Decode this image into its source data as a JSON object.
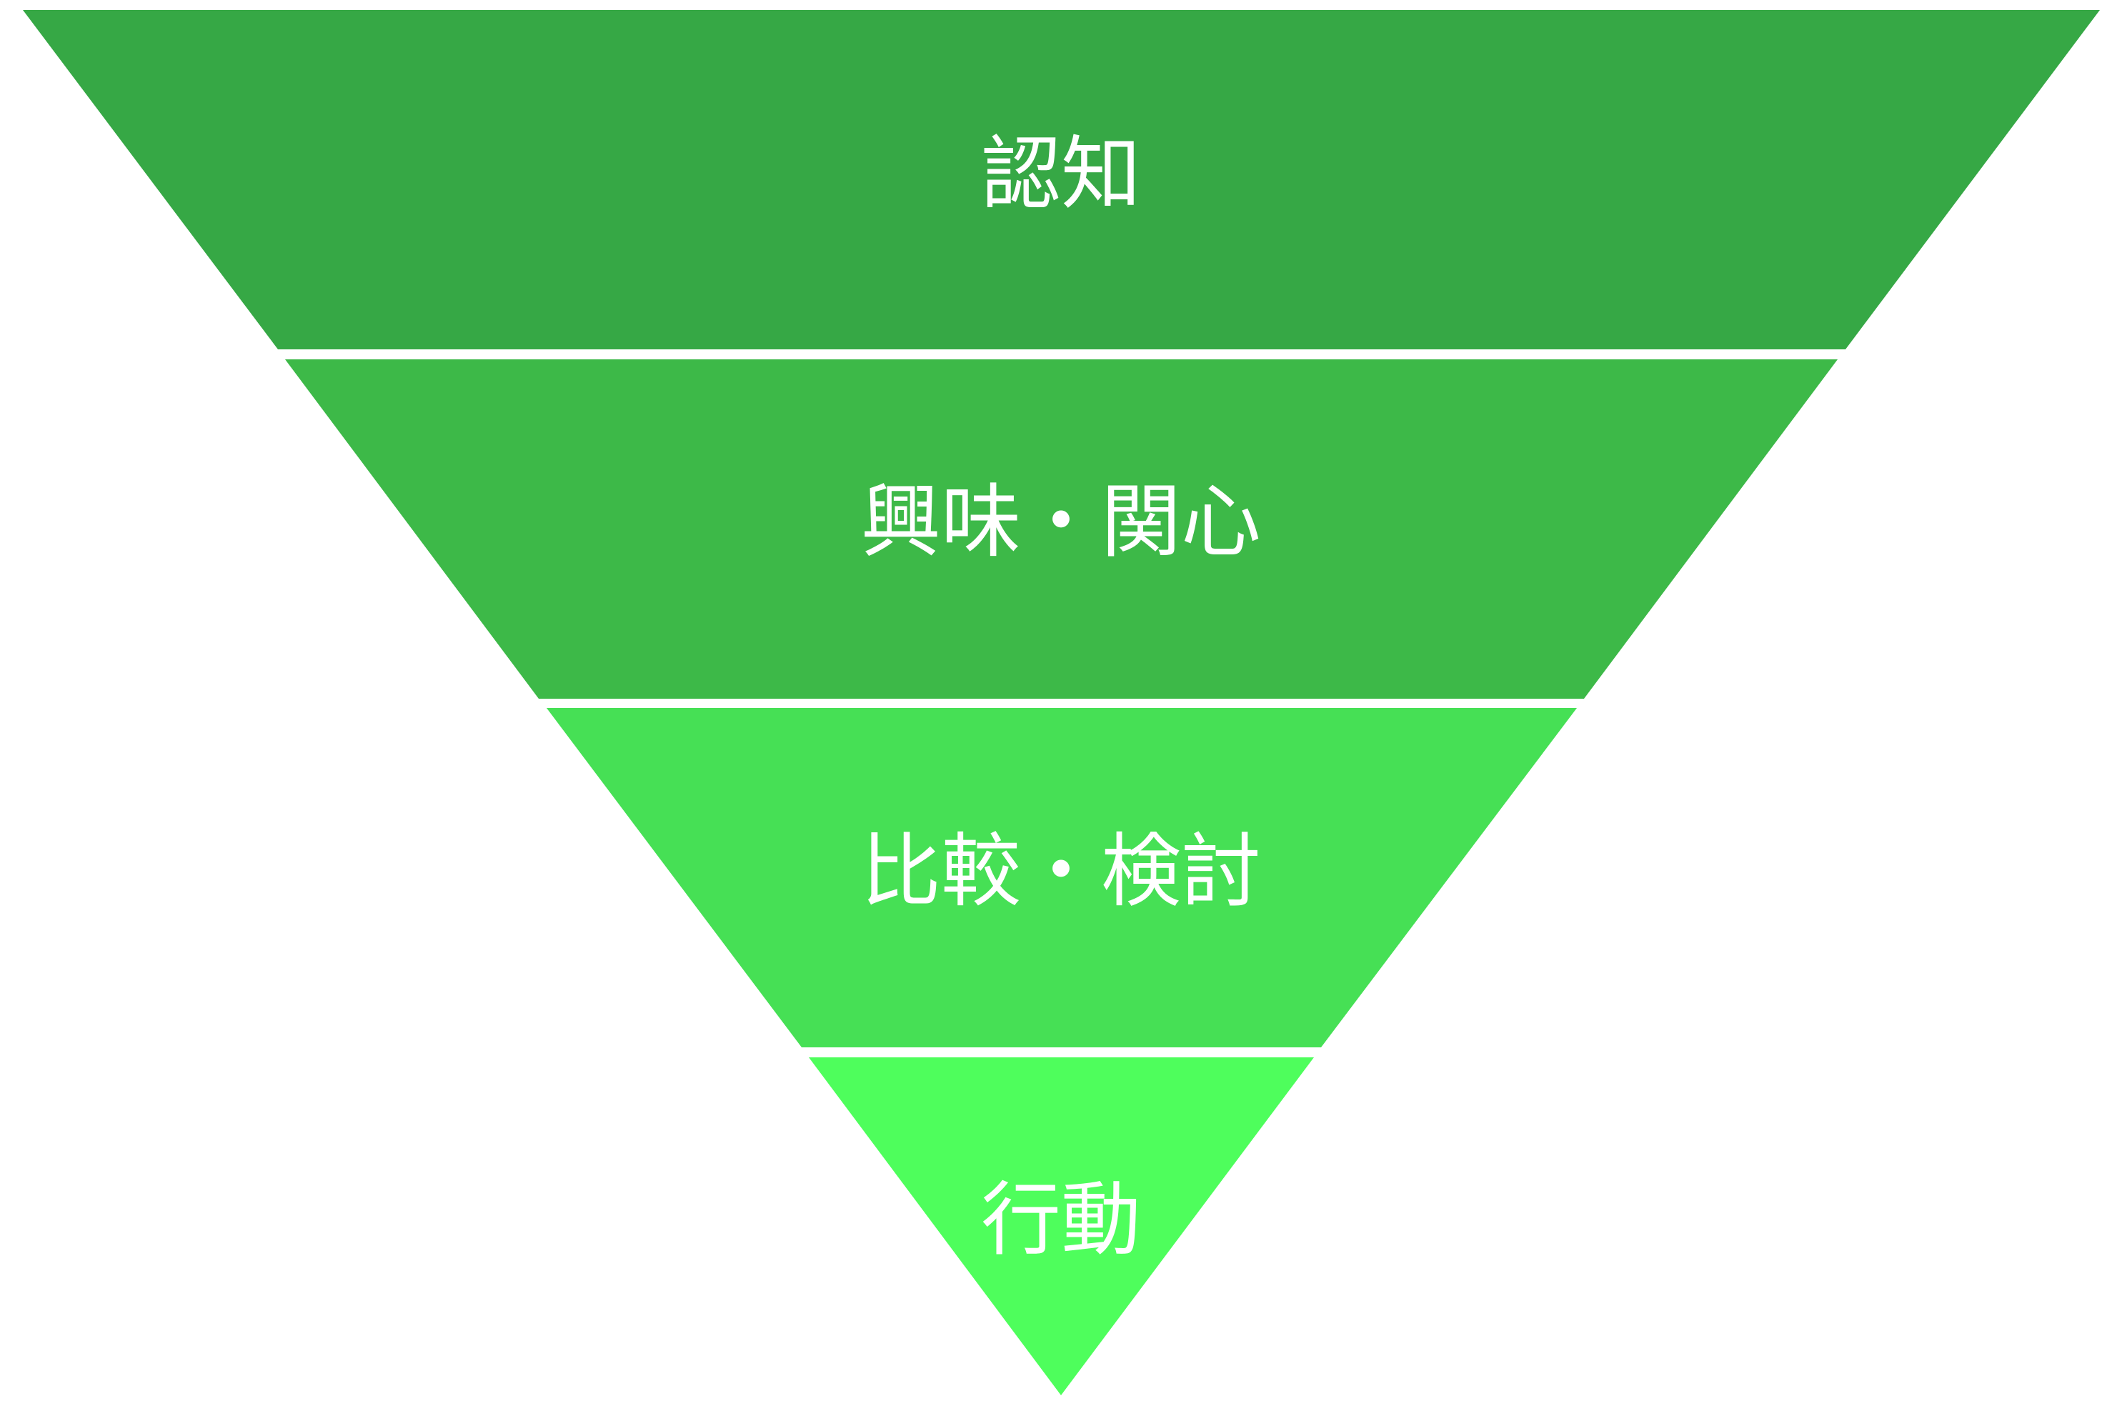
{
  "funnel": {
    "stages": [
      {
        "label": "認知",
        "color": "#36a845"
      },
      {
        "label": "興味・関心",
        "color": "#3db948"
      },
      {
        "label": "比較・検討",
        "color": "#46e055"
      },
      {
        "label": "行動",
        "color": "#4efe5c"
      }
    ]
  }
}
